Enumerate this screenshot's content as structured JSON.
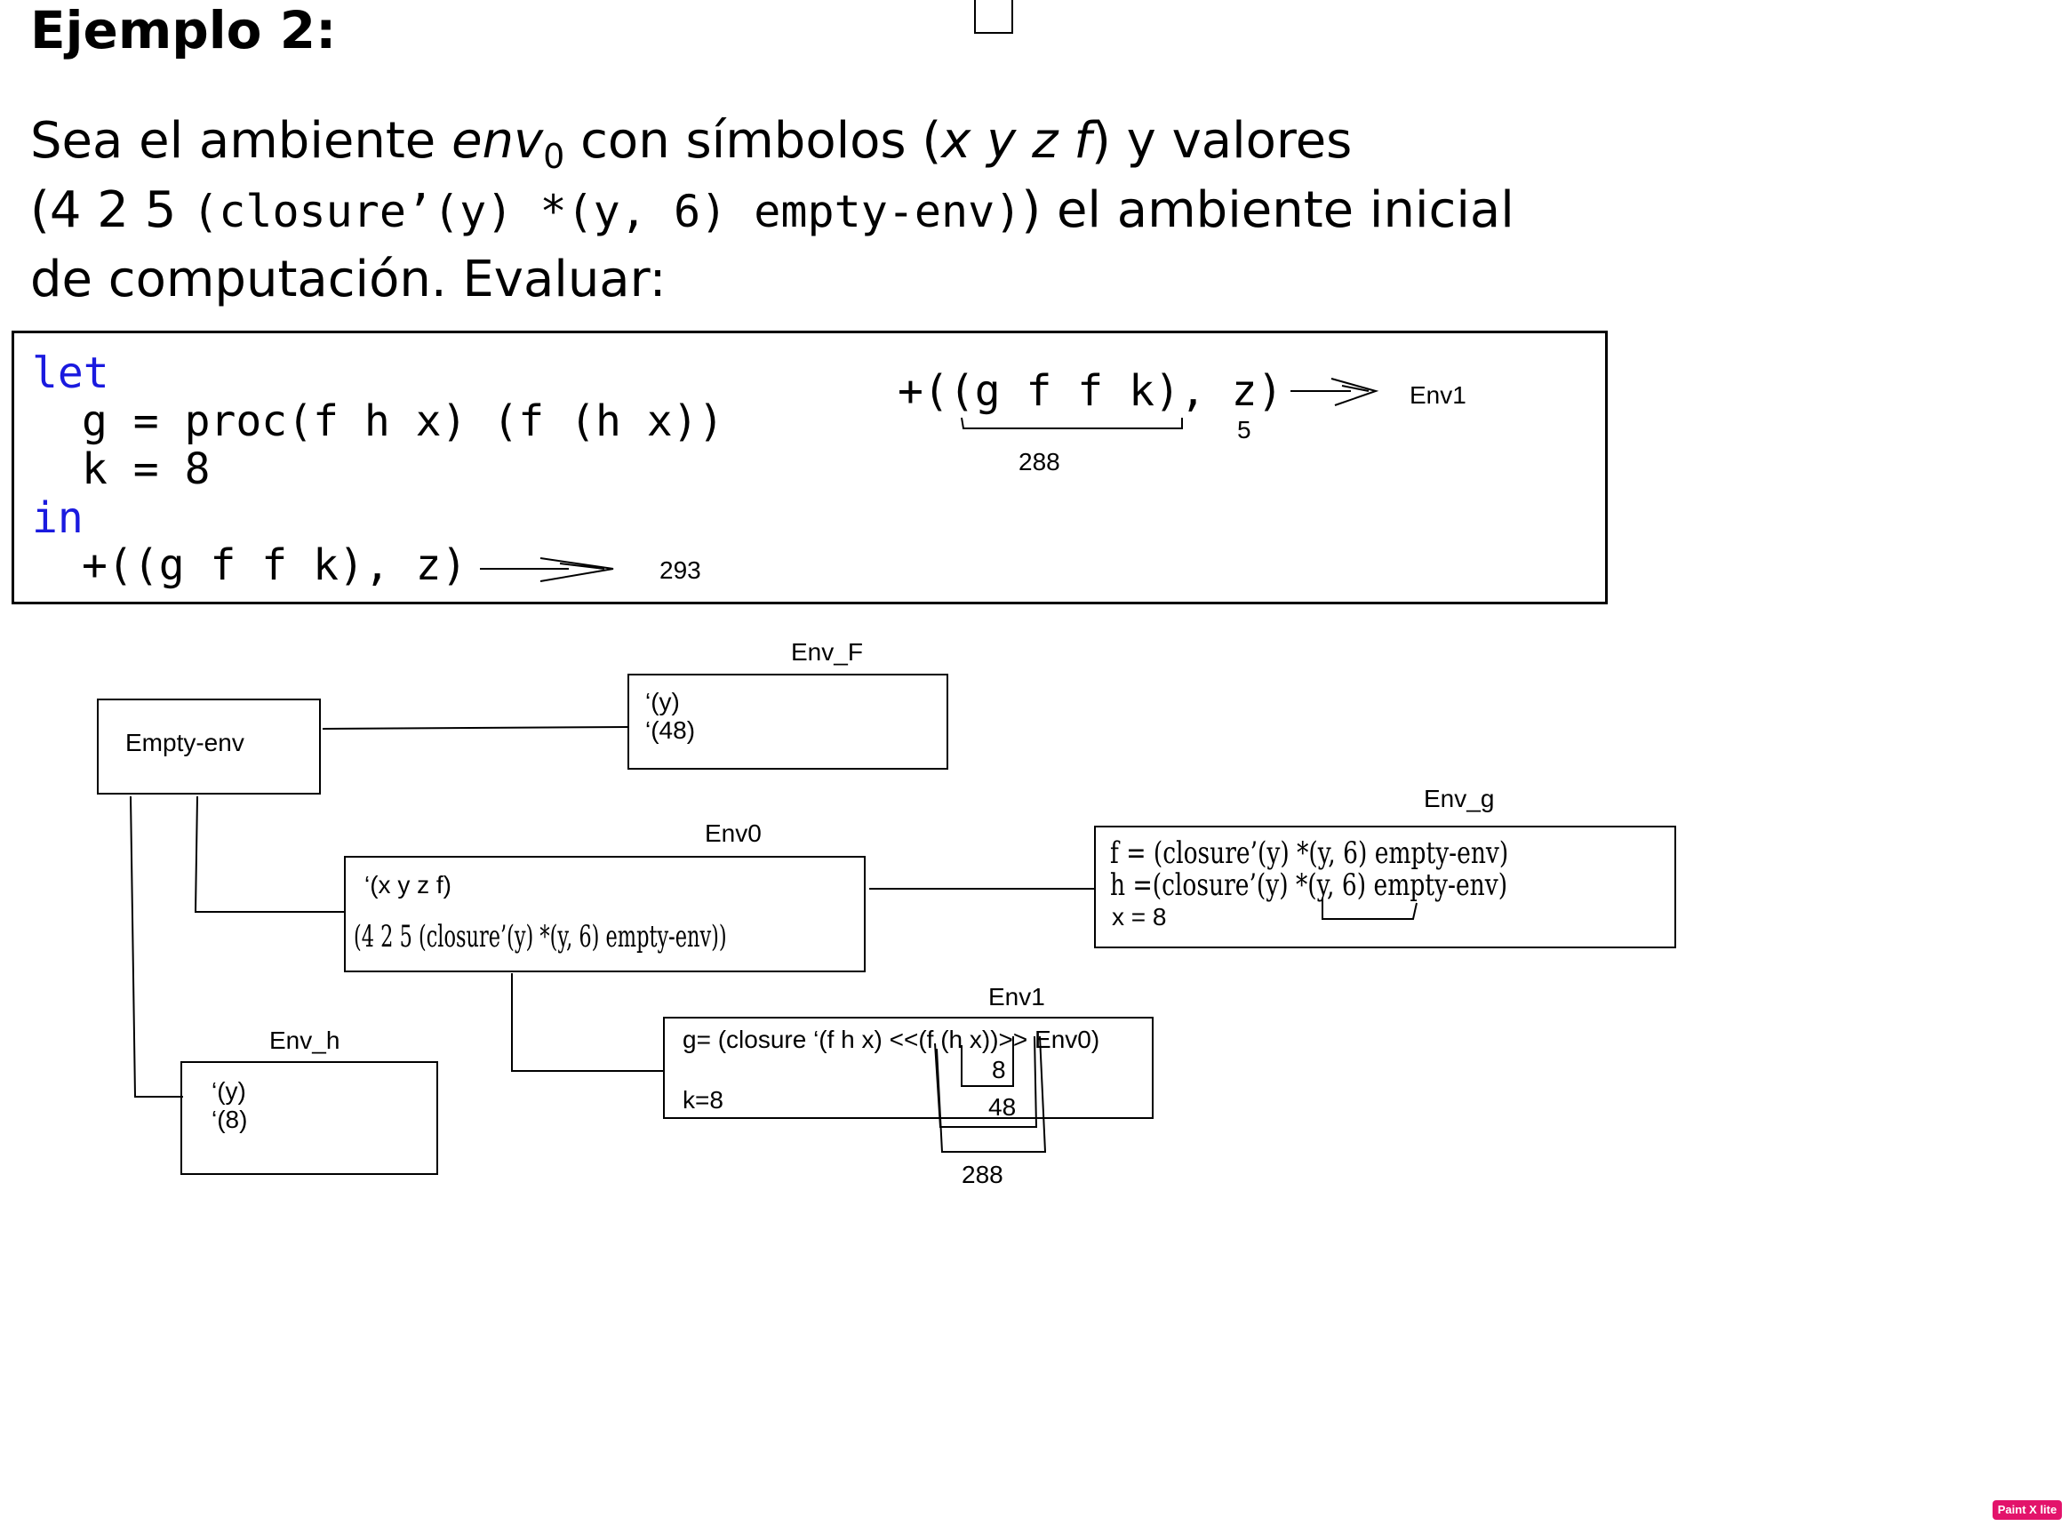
{
  "title": "Ejemplo 2:",
  "paragraph": {
    "line1_a": "Sea el ambiente ",
    "line1_env": "env",
    "line1_sub": "0",
    "line1_b": " con símbolos (",
    "line1_syms": "x y z f",
    "line1_c": ") y valores",
    "line2_a": "(4 2 5 ",
    "line2_code": "(closure’(y) *(y, 6) empty-env)",
    "line2_b": ") el ambiente inicial",
    "line3": "de computación. Evaluar:"
  },
  "code": {
    "let_kw": "let",
    "line_g": "g = proc(f h x) (f (h x))",
    "line_k": "k = 8",
    "in_kw": "in",
    "line_body": "+((g f f k), z)",
    "result": "293"
  },
  "annotation": {
    "expr": "+((g f f k), z)",
    "z_value": "5",
    "inner_value": "288",
    "env_label": "Env1"
  },
  "envs": {
    "env_f": {
      "label": "Env_F",
      "line1": "‘(y)",
      "line2": "‘(48)"
    },
    "empty_env": {
      "label": "Empty-env"
    },
    "env0": {
      "label": "Env0",
      "line1": "‘(x y z f)",
      "line2": "(4 2 5 (closure’(y) *(y, 6) empty-env))"
    },
    "env_g": {
      "label": "Env_g",
      "line1": "f = (closure’(y) *(y, 6) empty-env)",
      "line2": "h =(closure’(y) *(y, 6) empty-env)",
      "line3": "x = ",
      "line3_val": "8"
    },
    "env1": {
      "label": "Env1",
      "line1": "g= (closure ‘(f h x) <<(f (h x))>> Env0)",
      "line2": "k=8",
      "v8": "8",
      "v48": "48",
      "v288": "288"
    },
    "env_h": {
      "label": "Env_h",
      "line1": "‘(y)",
      "line2": "‘(8)"
    }
  },
  "logo_text": "Paint X lite"
}
